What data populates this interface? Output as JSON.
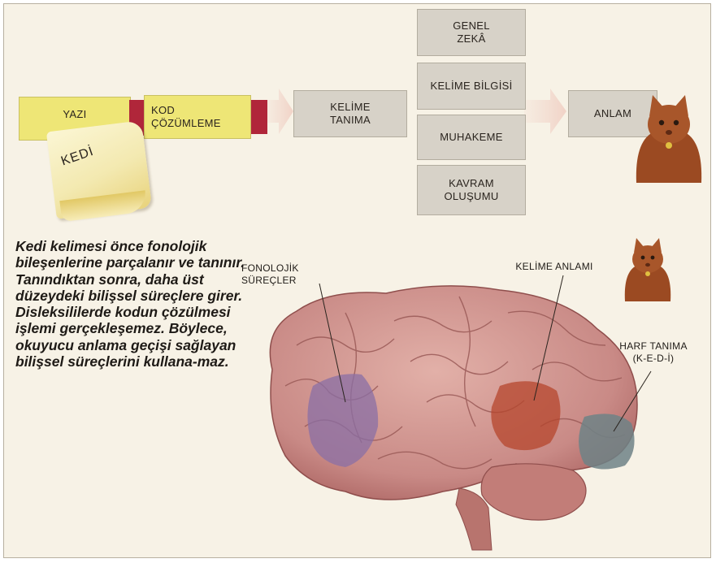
{
  "flow": {
    "yazi": "YAZI",
    "kod": "KOD\nÇÖZÜMLEME",
    "kedi_paper": "KEDİ",
    "kelime_tanima": "KELİME\nTANIMA",
    "genel_zeka": "GENEL\nZEKÂ",
    "kelime_bilgisi": "KELİME BİLGİSİ",
    "muhakeme": "MUHAKEME",
    "kavram": "KAVRAM\nOLUŞUMU",
    "anlam": "ANLAM"
  },
  "caption": "Kedi kelimesi önce fonolojik bileşenlerine parçalanır ve tanınır. Tanındıktan sonra, daha üst düzeydeki bilişsel süreçlere girer. Disleksililerde kodun çözülmesi işlemi gerçekleşemez. Böylece, okuyucu anlama geçişi sağlayan bilişsel süreçlerini kullana-maz.",
  "brain_labels": {
    "fonolojik": "FONOLOJİK\nSÜREÇLER",
    "kelime_anlami": "KELİME ANLAMI",
    "harf_tanima": "HARF TANIMA\n(K-E-D-İ)"
  },
  "colors": {
    "fonolojik_region": "#8a6fa6",
    "anlam_region": "#b5452c",
    "harf_region": "#6f8386",
    "brain": "#c98a86"
  }
}
